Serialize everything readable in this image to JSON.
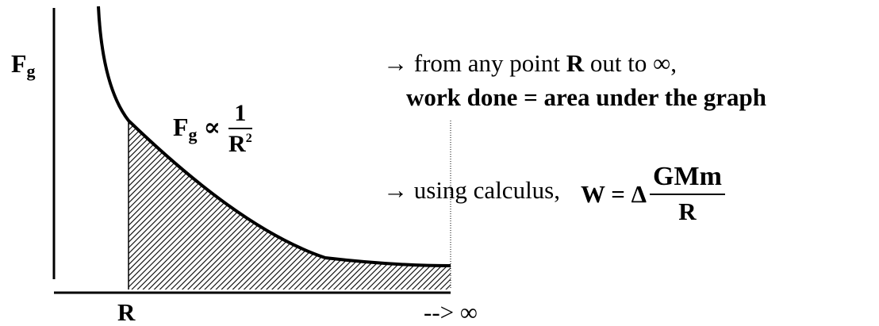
{
  "labels": {
    "force_symbol": "F",
    "force_subscript": "g",
    "r_label": "R",
    "infinity_label": "--> ∞"
  },
  "proportion_formula": {
    "lhs_symbol": "F",
    "lhs_subscript": "g",
    "relation": "∝",
    "numerator": "1",
    "denominator_base": "R",
    "denominator_exponent": "2"
  },
  "notes": {
    "line1_arrow": "→",
    "line1_prefix": " from any point ",
    "line1_bold": "R",
    "line1_suffix": " out to ∞,",
    "line2": "work done = area under the graph",
    "line3_arrow": "→",
    "line3_text": " using calculus,"
  },
  "work_formula": {
    "lhs": "W = Δ",
    "numerator": "GMm",
    "denominator": "R"
  },
  "colors": {
    "ink": "#000000",
    "hatch": "#000000",
    "background": "#ffffff"
  }
}
